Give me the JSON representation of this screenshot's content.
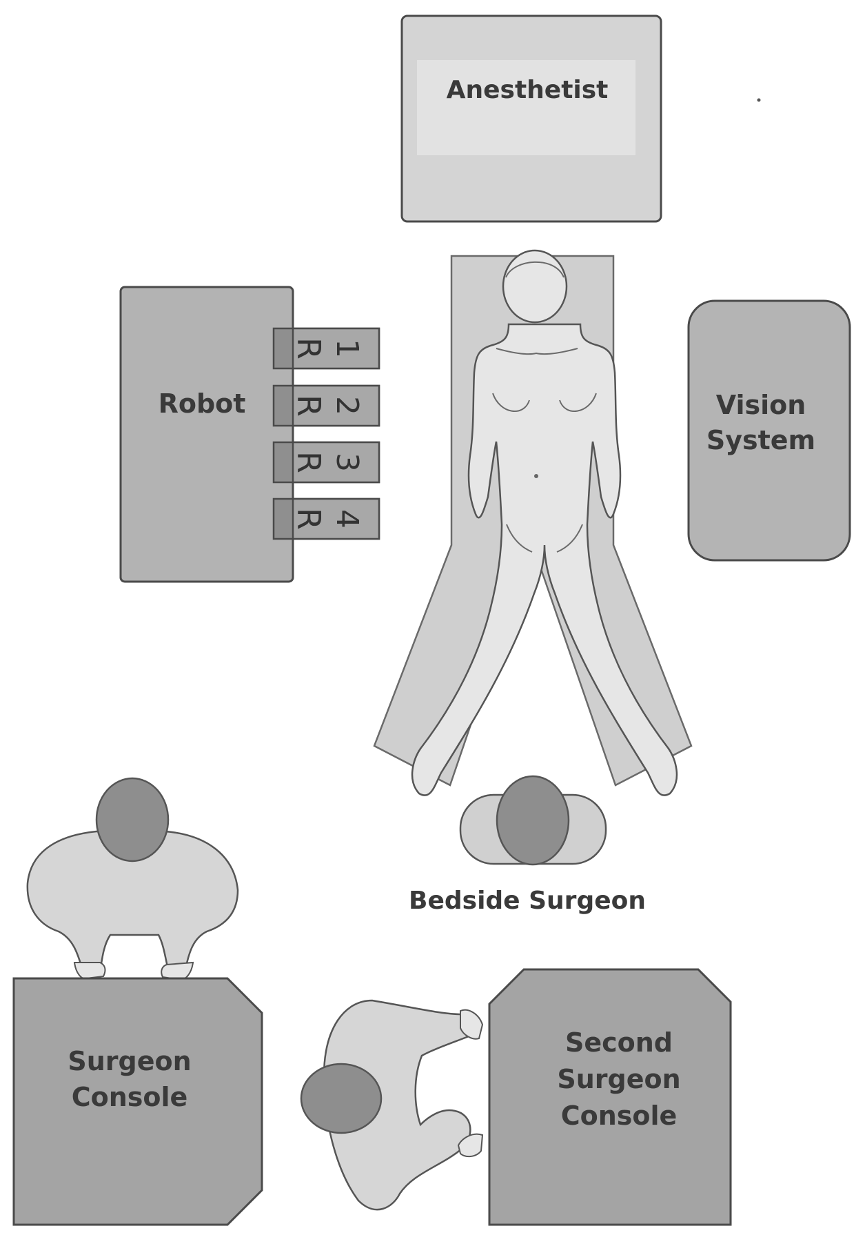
{
  "labels": {
    "anesthetist": "Anesthetist",
    "robot": "Robot",
    "vision_line1": "Vision",
    "vision_line2": "System",
    "bedside_surgeon": "Bedside Surgeon",
    "surgeon_console_line1": "Surgeon",
    "surgeon_console_line2": "Console",
    "second_console_line1": "Second",
    "second_console_line2": "Surgeon",
    "second_console_line3": "Console"
  },
  "robot_arms": [
    {
      "letter": "R",
      "number": "1"
    },
    {
      "letter": "R",
      "number": "2"
    },
    {
      "letter": "R",
      "number": "3"
    },
    {
      "letter": "R",
      "number": "4"
    }
  ],
  "colors": {
    "box_light": "#d6d6d6",
    "box_mid": "#b4b4b4",
    "box_dark": "#a3a3a3",
    "table": "#cfcfcf",
    "skin": "#e6e6e6",
    "head": "#8e8e8e",
    "outline": "#4a4a4a"
  }
}
